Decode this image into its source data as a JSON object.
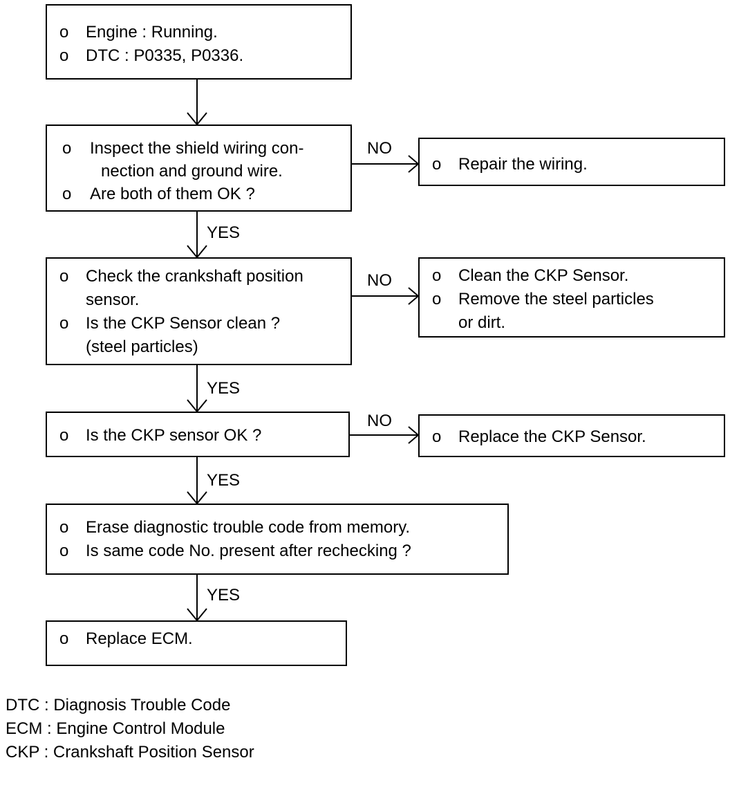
{
  "bullet": "o",
  "boxes": {
    "start": {
      "lines": [
        "Engine : Running.",
        "DTC : P0335, P0336."
      ]
    },
    "inspect": {
      "lines": [
        "Inspect the shield wiring con-",
        "nection and ground wire.",
        "Are both of them OK ?"
      ]
    },
    "repair": {
      "lines": [
        "Repair the wiring."
      ]
    },
    "check": {
      "lines": [
        "Check the crankshaft position",
        "sensor.",
        "Is the CKP Sensor clean ?",
        "(steel particles)"
      ]
    },
    "clean": {
      "lines": [
        "Clean the CKP Sensor.",
        "Remove the steel particles",
        "or dirt."
      ]
    },
    "ok": {
      "lines": [
        "Is the CKP sensor OK ?"
      ]
    },
    "replace_ckp": {
      "lines": [
        "Replace the CKP Sensor."
      ]
    },
    "erase": {
      "lines": [
        "Erase diagnostic trouble code from memory.",
        "Is same code No. present after rechecking ?"
      ]
    },
    "ecm": {
      "lines": [
        "Replace ECM."
      ]
    }
  },
  "edge_labels": {
    "yes": "YES",
    "no": "NO"
  },
  "legend": [
    "DTC : Diagnosis Trouble Code",
    "ECM : Engine Control Module",
    "CKP : Crankshaft Position Sensor"
  ]
}
